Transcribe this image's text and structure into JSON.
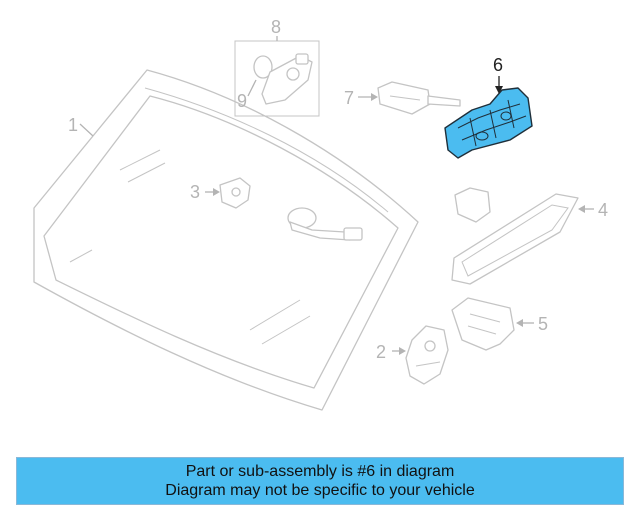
{
  "diagram": {
    "callouts": [
      "1",
      "2",
      "3",
      "4",
      "5",
      "6",
      "7",
      "8",
      "9"
    ],
    "highlighted_part": "6",
    "colors": {
      "highlight_fill": "#4bbcf0",
      "highlight_stroke": "#1f2f3a",
      "part_stroke": "#c4c4c4",
      "callout_text": "#b4b4b4",
      "active_callout_text": "#222222"
    }
  },
  "banner": {
    "line1": "Part or sub-assembly is #6 in diagram",
    "line2": "Diagram may not be specific to your vehicle",
    "background": "#4bbcf0"
  }
}
